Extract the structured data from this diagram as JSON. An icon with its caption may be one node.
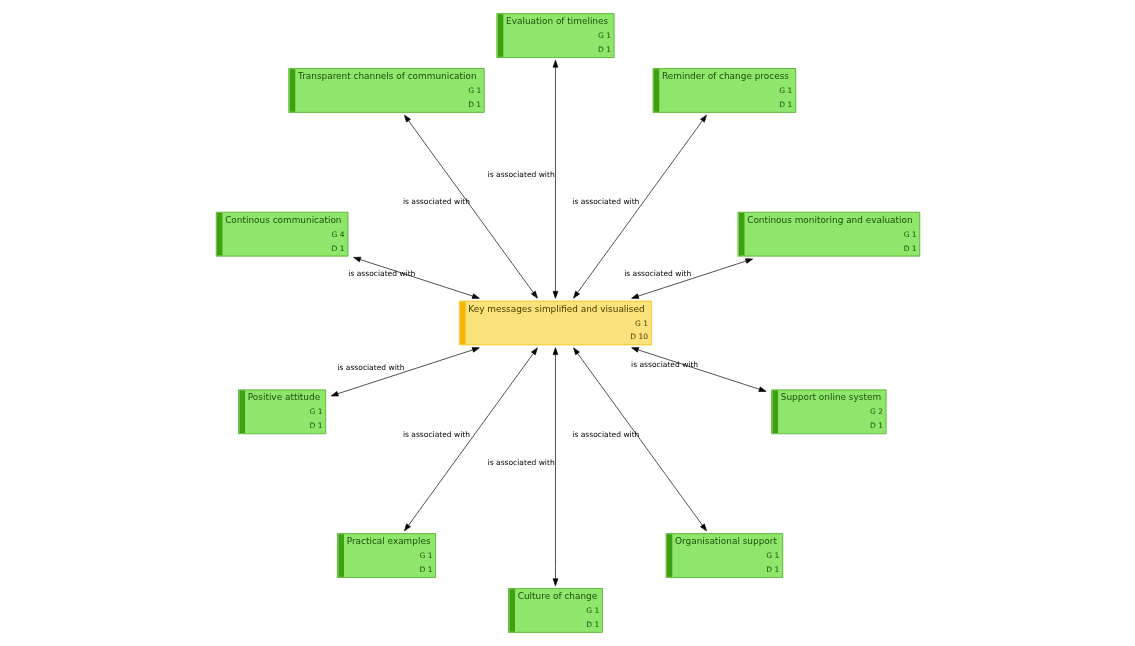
{
  "diagram": {
    "nodes": [
      {
        "text": [
          "Continous monitoring and evaluation",
          "G 1",
          "D 1"
        ]
      },
      {
        "text": [
          "Reminder of change process",
          "G 1",
          "D 1"
        ]
      },
      {
        "text": [
          "Evaluation of timelines",
          "G 1",
          "D 1"
        ]
      },
      {
        "text": [
          "Transparent channels of communication",
          "G 1",
          "D 1"
        ]
      },
      {
        "text": [
          "Key messages simplified and visualised",
          "G 1",
          "D 10"
        ]
      },
      {
        "text": [
          "Continous communication",
          "G 4",
          "D 1"
        ]
      },
      {
        "text": [
          "Positive attitude",
          "G 1",
          "D 1"
        ]
      },
      {
        "text": [
          "Practical examples",
          "G 1",
          "D 1"
        ]
      },
      {
        "text": [
          "Culture of change",
          "G 1",
          "D 1"
        ]
      },
      {
        "text": [
          "Organisational support",
          "G 1",
          "D 1"
        ]
      },
      {
        "text": [
          "Support online system",
          "G 2",
          "D 1"
        ]
      }
    ],
    "edges": [
      {
        "from": 4,
        "to": 0,
        "arrow": "both",
        "label": "is associated with"
      },
      {
        "from": 4,
        "to": 1,
        "arrow": "both",
        "label": "is associated with"
      },
      {
        "from": 4,
        "to": 2,
        "arrow": "both",
        "label": "is associated with"
      },
      {
        "from": 4,
        "to": 3,
        "arrow": "both",
        "label": "is associated with"
      },
      {
        "from": 4,
        "to": 5,
        "arrow": "both",
        "label": "is associated with"
      },
      {
        "from": 4,
        "to": 6,
        "arrow": "both",
        "label": "is associated with"
      },
      {
        "from": 4,
        "to": 7,
        "arrow": "both",
        "label": "is associated with"
      },
      {
        "from": 4,
        "to": 8,
        "arrow": "both",
        "label": "is associated with"
      },
      {
        "from": 4,
        "to": 9,
        "arrow": "both",
        "label": "is associated with"
      },
      {
        "from": 4,
        "to": 10,
        "arrow": "both",
        "label": "is associated with"
      }
    ]
  }
}
